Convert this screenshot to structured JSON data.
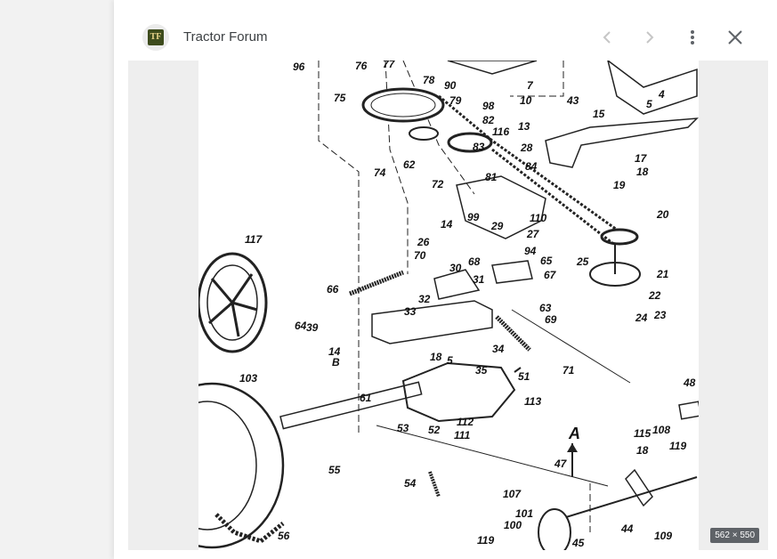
{
  "header": {
    "site_name": "Tractor Forum",
    "logo_text": "TF",
    "prev_icon": "chevron-left-icon",
    "next_icon": "chevron-right-icon",
    "more_icon": "more-vert-icon",
    "close_icon": "close-icon"
  },
  "image": {
    "dimensions_label": "562 × 550"
  },
  "diagram": {
    "part_labels": [
      "96",
      "76",
      "77",
      "78",
      "90",
      "79",
      "98",
      "7",
      "10",
      "43",
      "4",
      "5",
      "75",
      "82",
      "116",
      "83",
      "13",
      "28",
      "84",
      "15",
      "17",
      "18",
      "74",
      "62",
      "72",
      "81",
      "26",
      "19",
      "20",
      "99",
      "110",
      "27",
      "14",
      "29",
      "94",
      "65",
      "25",
      "21",
      "117",
      "70",
      "68",
      "30",
      "66",
      "31",
      "67",
      "22",
      "32",
      "33",
      "39",
      "63",
      "69",
      "24",
      "23",
      "64",
      "34",
      "71",
      "14",
      "B",
      "103",
      "18",
      "5",
      "35",
      "51",
      "61",
      "113",
      "112",
      "111",
      "53",
      "52",
      "48",
      "115",
      "108",
      "A",
      "47",
      "119",
      "55",
      "18",
      "107",
      "101",
      "100",
      "54",
      "45",
      "44",
      "109",
      "119",
      "56"
    ]
  }
}
